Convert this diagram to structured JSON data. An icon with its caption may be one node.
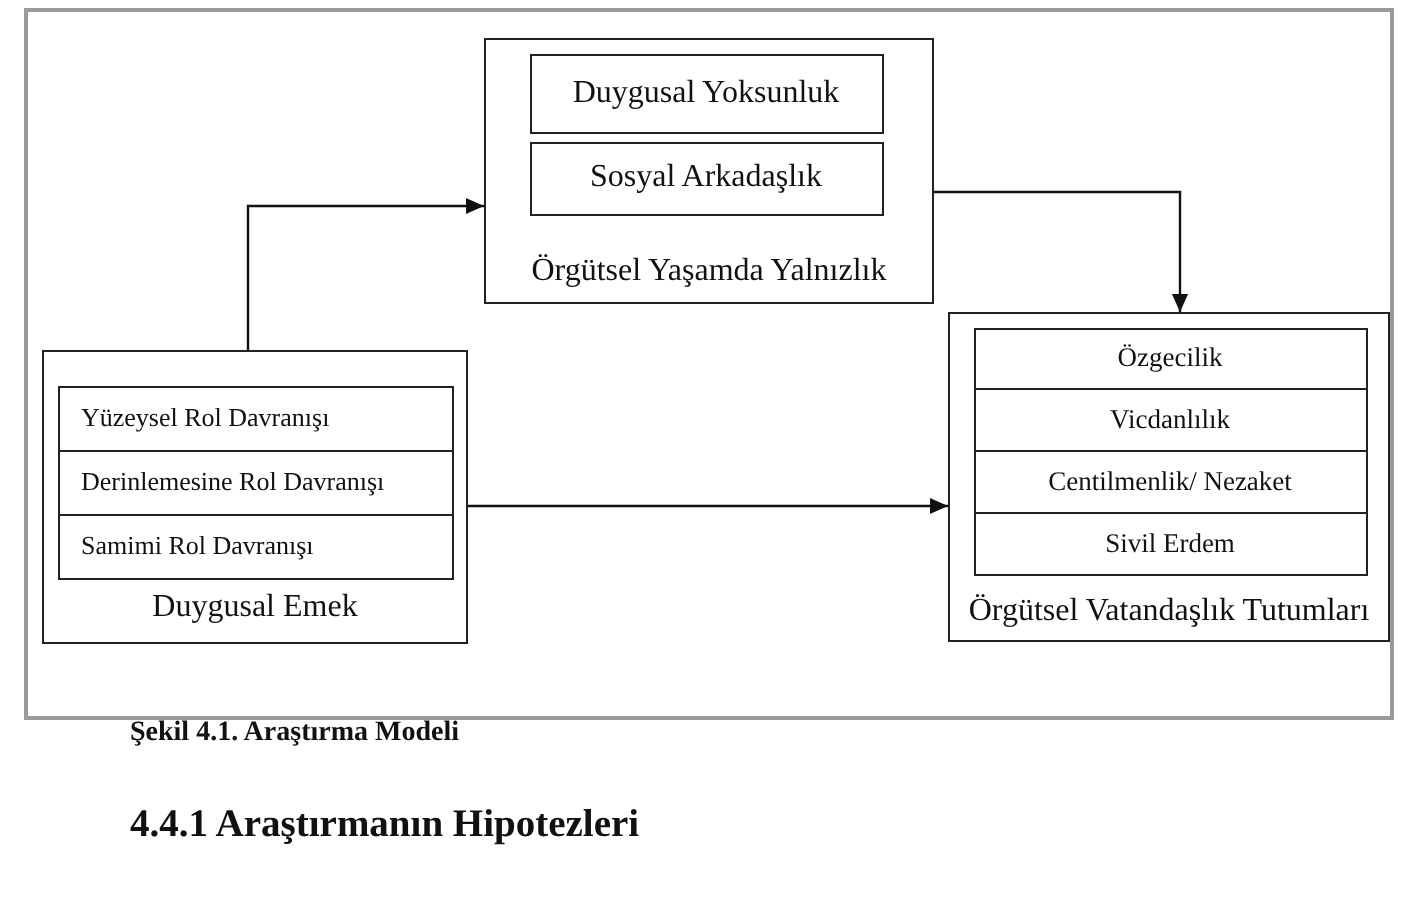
{
  "diagram": {
    "caption": "Şekil 4.1. Araştırma Modeli",
    "nodes": [
      {
        "text": [
          "Örgütsel Yaşamda Yalnızlık"
        ]
      },
      {
        "text": [
          "Duygusal Yoksunluk"
        ],
        "in": 0
      },
      {
        "text": [
          "Sosyal Arkadaşlık"
        ],
        "in": 0
      },
      {
        "text": [
          "Duygusal Emek"
        ]
      },
      {
        "text": [
          "Yüzeysel Rol Davranışı"
        ],
        "in": 3
      },
      {
        "text": [
          "Derinlemesine Rol Davranışı"
        ],
        "in": 3
      },
      {
        "text": [
          "Samimi Rol Davranışı"
        ],
        "in": 3
      },
      {
        "text": [
          "Örgütsel Vatandaşlık Tutumları"
        ]
      },
      {
        "text": [
          "Özgecilik"
        ],
        "in": 7
      },
      {
        "text": [
          "Vicdanlılık"
        ],
        "in": 7
      },
      {
        "text": [
          "Centilmenlik/ Nezaket"
        ],
        "in": 7
      },
      {
        "text": [
          "Sivil Erdem"
        ],
        "in": 7
      }
    ],
    "edges": [
      {
        "from": 3,
        "to": 0,
        "arrow": "to"
      },
      {
        "from": 3,
        "to": 7,
        "arrow": "to"
      },
      {
        "from": 0,
        "to": 7,
        "arrow": "to"
      }
    ],
    "labels": [
      "4.4.1 Araştırmanın Hipotezleri"
    ]
  }
}
